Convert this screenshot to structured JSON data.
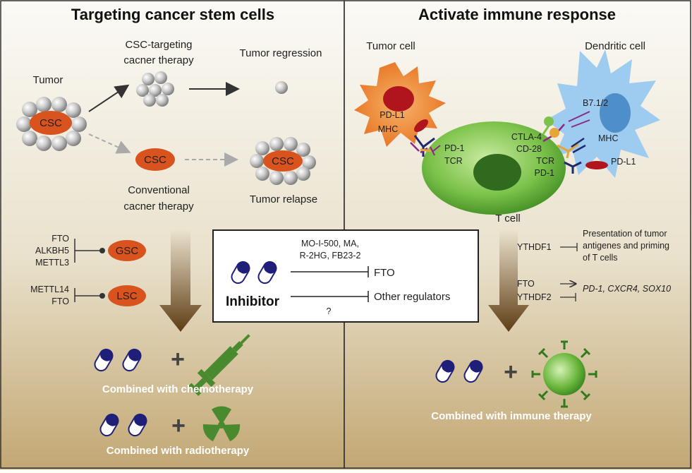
{
  "left_panel": {
    "title": "Targeting cancer stem cells",
    "tumor_label": "Tumor",
    "csc_label": "CSC",
    "csc_therapy_line1": "CSC-targeting",
    "csc_therapy_line2": "cacner therapy",
    "tumor_regression": "Tumor regression",
    "conventional_line1": "Conventional",
    "conventional_line2": "cacner therapy",
    "tumor_relapse": "Tumor relapse",
    "gsc_regulators": [
      "FTO",
      "ALKBH5",
      "METTL3"
    ],
    "gsc_label": "GSC",
    "lsc_regulators": [
      "METTL14",
      "FTO"
    ],
    "lsc_label": "LSC",
    "combo_chemo": "Combined with chemotherapy",
    "combo_radio": "Combined with radiotherapy",
    "plus": "+"
  },
  "center_box": {
    "inhibitors_line1": "MO-I-500, MA,",
    "inhibitors_line2": "R-2HG, FB23-2",
    "inhibitor_label": "Inhibitor",
    "target_fto": "FTO",
    "target_other": "Other regulators",
    "unknown": "?"
  },
  "right_panel": {
    "title": "Activate immune response",
    "tumor_cell": "Tumor cell",
    "dendritic_cell": "Dendritic cell",
    "t_cell": "T cell",
    "pdl1_left": "PD-L1",
    "mhc_left": "MHC",
    "pd1_left": "PD-1",
    "tcr_left": "TCR",
    "ctla4": "CTLA-4",
    "cd28": "CD-28",
    "tcr_right": "TCR",
    "pd1_right": "PD-1",
    "b71_2": "B7.1/2",
    "mhc_right": "MHC",
    "pdl1_right": "PD-L1",
    "ythdf1": "YTHDF1",
    "presentation_line1": "Presentation of tumor",
    "presentation_line2": "antigenes and priming",
    "presentation_line3": "of T cells",
    "fto": "FTO",
    "ythdf2": "YTHDF2",
    "targets": "PD-1, CXCR4, SOX10",
    "combo_immune": "Combined with immune therapy",
    "plus": "+"
  },
  "colors": {
    "csc_orange": "#d9531e",
    "pill_navy": "#1f1f7a",
    "syringe_green": "#4a8a2e",
    "tcell_green": "#7cc24a",
    "dendritic_blue": "#9ecbf0",
    "tumor_orange": "#f08a2a",
    "arrow_brown": "#8a6a2a"
  }
}
